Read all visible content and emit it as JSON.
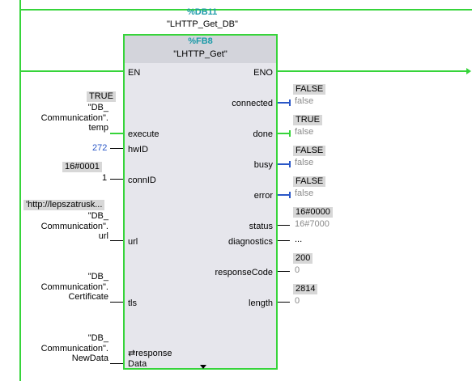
{
  "instance": {
    "db_address": "%DB11",
    "db_name": "\"LHTTP_Get_DB\""
  },
  "block": {
    "type": "%FB8",
    "title": "\"LHTTP_Get\"",
    "en": "EN",
    "eno": "ENO"
  },
  "inputs": {
    "execute": {
      "pin": "execute",
      "online_value": "TRUE",
      "var": [
        "\"DB_",
        "Communication\".",
        "temp"
      ]
    },
    "hwID": {
      "pin": "hwID",
      "value": "272"
    },
    "connID": {
      "pin": "connID",
      "online_value": "16#0001",
      "value": "1"
    },
    "url": {
      "pin": "url",
      "online_value": "'http://lepszatrusk...",
      "var": [
        "\"DB_",
        "Communication\".",
        "url"
      ]
    },
    "tls": {
      "pin": "tls",
      "var": [
        "\"DB_",
        "Communication\".",
        "Certificate"
      ]
    },
    "responseData": {
      "pin_line1": "⇄response",
      "pin_line2": "Data",
      "var": [
        "\"DB_",
        "Communication\".",
        "NewData"
      ]
    }
  },
  "outputs": {
    "connected": {
      "pin": "connected",
      "online_value": "FALSE",
      "value": "false"
    },
    "done": {
      "pin": "done",
      "online_value": "TRUE",
      "value": "false"
    },
    "busy": {
      "pin": "busy",
      "online_value": "FALSE",
      "value": "false"
    },
    "error": {
      "pin": "error",
      "online_value": "FALSE",
      "value": "false"
    },
    "status": {
      "pin": "status",
      "online_value": "16#0000",
      "value": "16#7000"
    },
    "diagnostics": {
      "pin": "diagnostics",
      "value": "..."
    },
    "responseCode": {
      "pin": "responseCode",
      "online_value": "200",
      "value": "0"
    },
    "length": {
      "pin": "length",
      "online_value": "2814",
      "value": "0"
    }
  },
  "colors": {
    "powerflow": "#36d43a",
    "block_bg": "#e6e6ec",
    "header_bg": "#d3d4db",
    "db_accent": "#1b9aa8",
    "blue_wire": "#2a57c7",
    "online_box": "#d7d7d7"
  },
  "icons": {
    "expand": "chevron-down-icon",
    "inout": "inout-arrow-icon"
  }
}
